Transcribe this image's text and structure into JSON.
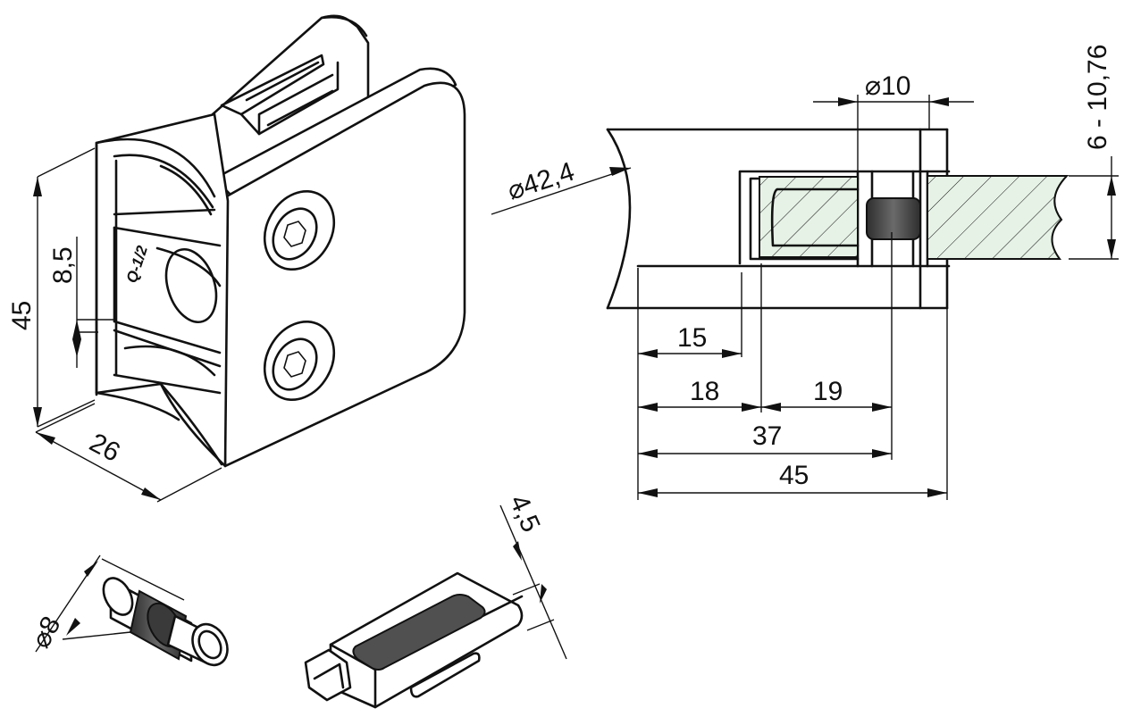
{
  "colors": {
    "line": "#111111",
    "glass_fill": "#e6f2e6",
    "rubber": "#555555",
    "rubber_dark": "#3a3a3a",
    "background": "#ffffff"
  },
  "clamp_view": {
    "logo_text": "Q-1/2",
    "dims": {
      "height": "45",
      "depth": "26",
      "hole_offset": "8,5"
    }
  },
  "section_view": {
    "dims": {
      "tube_diameter": "⌀42,4",
      "pin_diameter": "⌀10",
      "glass_thickness": "6 - 10,76",
      "d15": "15",
      "d18": "18",
      "d19": "19",
      "d37": "37",
      "d45": "45"
    }
  },
  "pin_part": {
    "dims": {
      "diameter": "⌀8"
    }
  },
  "pad_part": {
    "dims": {
      "thickness": "4,5"
    }
  }
}
